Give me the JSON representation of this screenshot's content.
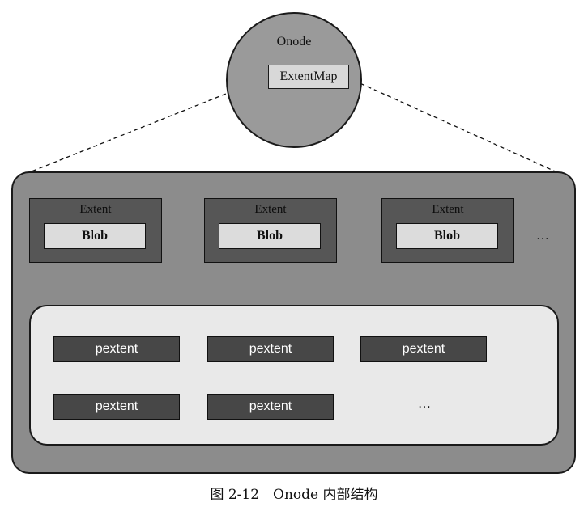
{
  "onode": {
    "label": "Onode",
    "extent_map_label": "ExtentMap"
  },
  "extents": [
    {
      "label": "Extent",
      "blob_label": "Blob"
    },
    {
      "label": "Extent",
      "blob_label": "Blob"
    },
    {
      "label": "Extent",
      "blob_label": "Blob"
    }
  ],
  "extents_more": "…",
  "pextents": [
    {
      "label": "pextent"
    },
    {
      "label": "pextent"
    },
    {
      "label": "pextent"
    },
    {
      "label": "pextent"
    },
    {
      "label": "pextent"
    }
  ],
  "pextents_more": "…",
  "caption": "图 2-12　Onode 内部结构",
  "colors": {
    "onode_fill": "#9a9a9a",
    "outer_panel_fill": "#8c8c8c",
    "extent_fill": "#565656",
    "blob_fill": "#dcdcdc",
    "blob_panel_fill": "#e9e9e9",
    "pextent_fill": "#474747"
  }
}
